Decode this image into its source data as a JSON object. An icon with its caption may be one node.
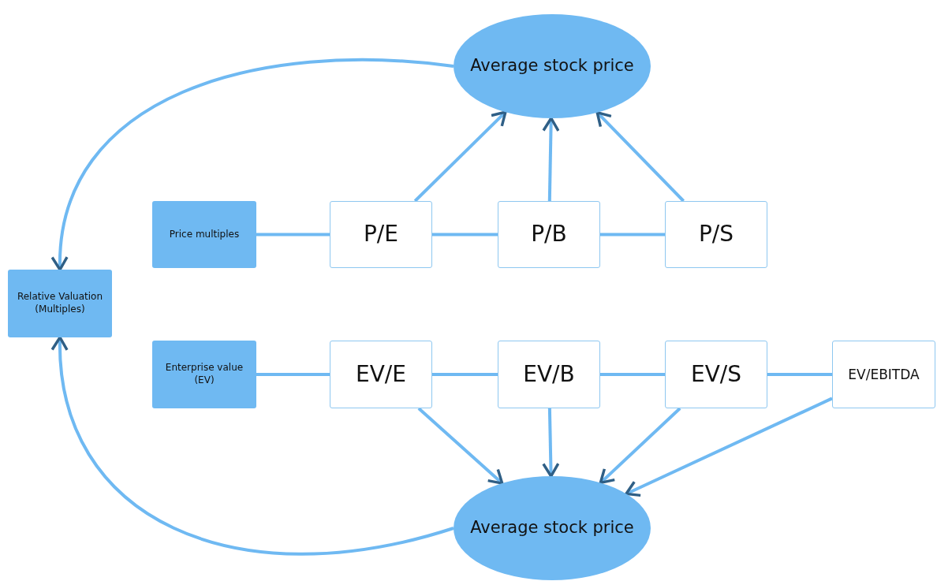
{
  "diagram": {
    "nodes": [
      {
        "text": [
          "Average stock price"
        ]
      },
      {
        "text": [
          "Price multiples"
        ]
      },
      {
        "text": [
          "P/E"
        ]
      },
      {
        "text": [
          "P/B"
        ]
      },
      {
        "text": [
          "P/S"
        ]
      },
      {
        "text": [
          "Relative Valuation (Multiples)"
        ]
      },
      {
        "text": [
          "Enterprise value (EV)"
        ]
      },
      {
        "text": [
          "EV/E"
        ]
      },
      {
        "text": [
          "EV/B"
        ]
      },
      {
        "text": [
          "EV/S"
        ]
      },
      {
        "text": [
          "EV/EBITDA"
        ]
      },
      {
        "text": [
          "Average stock price"
        ]
      }
    ],
    "edges": [
      {
        "from": 0,
        "to": 5,
        "arrow": "to"
      },
      {
        "from": 1,
        "to": 2,
        "arrow": "none"
      },
      {
        "from": 2,
        "to": 3,
        "arrow": "none"
      },
      {
        "from": 3,
        "to": 4,
        "arrow": "none"
      },
      {
        "from": 2,
        "to": 0,
        "arrow": "to"
      },
      {
        "from": 3,
        "to": 0,
        "arrow": "to"
      },
      {
        "from": 4,
        "to": 0,
        "arrow": "to"
      },
      {
        "from": 6,
        "to": 7,
        "arrow": "none"
      },
      {
        "from": 7,
        "to": 8,
        "arrow": "none"
      },
      {
        "from": 8,
        "to": 9,
        "arrow": "none"
      },
      {
        "from": 9,
        "to": 10,
        "arrow": "none"
      },
      {
        "from": 7,
        "to": 11,
        "arrow": "to"
      },
      {
        "from": 8,
        "to": 11,
        "arrow": "to"
      },
      {
        "from": 9,
        "to": 11,
        "arrow": "to"
      },
      {
        "from": 10,
        "to": 11,
        "arrow": "to"
      },
      {
        "from": 11,
        "to": 5,
        "arrow": "to"
      }
    ]
  }
}
